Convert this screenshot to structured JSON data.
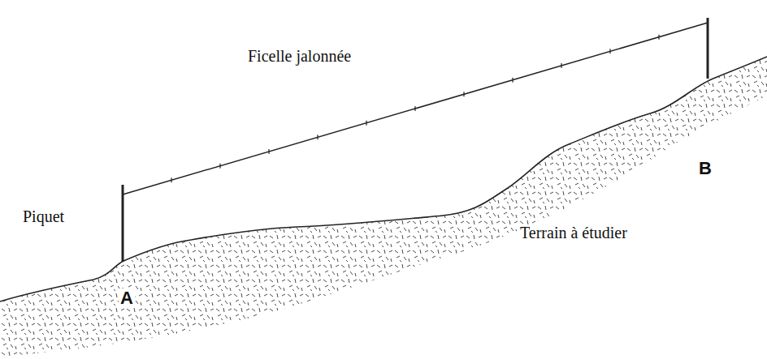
{
  "diagram": {
    "labels": [
      "Ficelle jalonnée",
      "Piquet",
      "Terrain à étudier",
      "A",
      "B"
    ]
  }
}
